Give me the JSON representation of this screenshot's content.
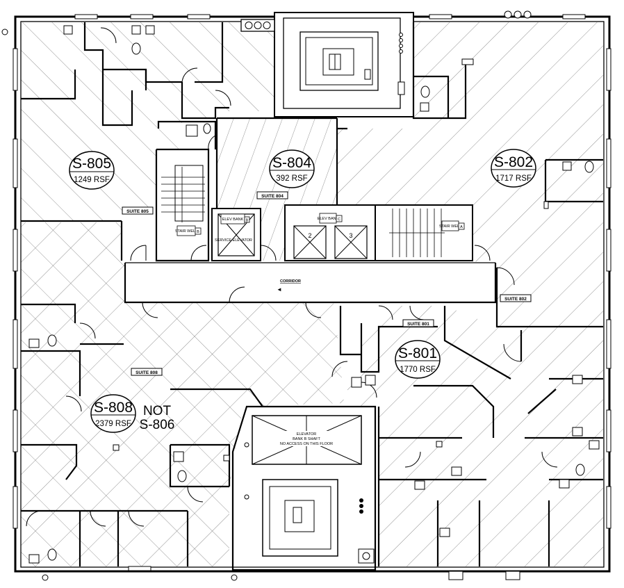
{
  "suites": [
    {
      "id": "S-805",
      "area": "1249 RSF",
      "tag": "SUITE 805"
    },
    {
      "id": "S-804",
      "area": "392 RSF",
      "tag": "SUITE 804"
    },
    {
      "id": "S-802",
      "area": "1717 RSF",
      "tag": "SUITE 802"
    },
    {
      "id": "S-801",
      "area": "1770 RSF",
      "tag": "SUITE 801"
    },
    {
      "id": "S-808",
      "area": "2379 RSF",
      "tag": "SUITE 808",
      "note_line1": "NOT",
      "note_line2": "S-806"
    }
  ],
  "core": {
    "corridor": "CORRIDOR",
    "elev_b": "ELEV BANK",
    "elev_b_letter": "B",
    "elev_c": "ELEV BANK",
    "elev_c_letter": "C",
    "service_elevator": "SERVICE ELEVATOR",
    "elevator_2": "2",
    "elevator_3": "3",
    "stair_b": "STAIR WELL",
    "stair_b_letter": "B",
    "stair_a": "STAIR WELL",
    "stair_a_letter": "A",
    "shaft_line1": "ELEVATOR",
    "shaft_line2": "BANK B SHAFT",
    "shaft_line3": "NO ACCESS ON THIS FLOOR"
  }
}
